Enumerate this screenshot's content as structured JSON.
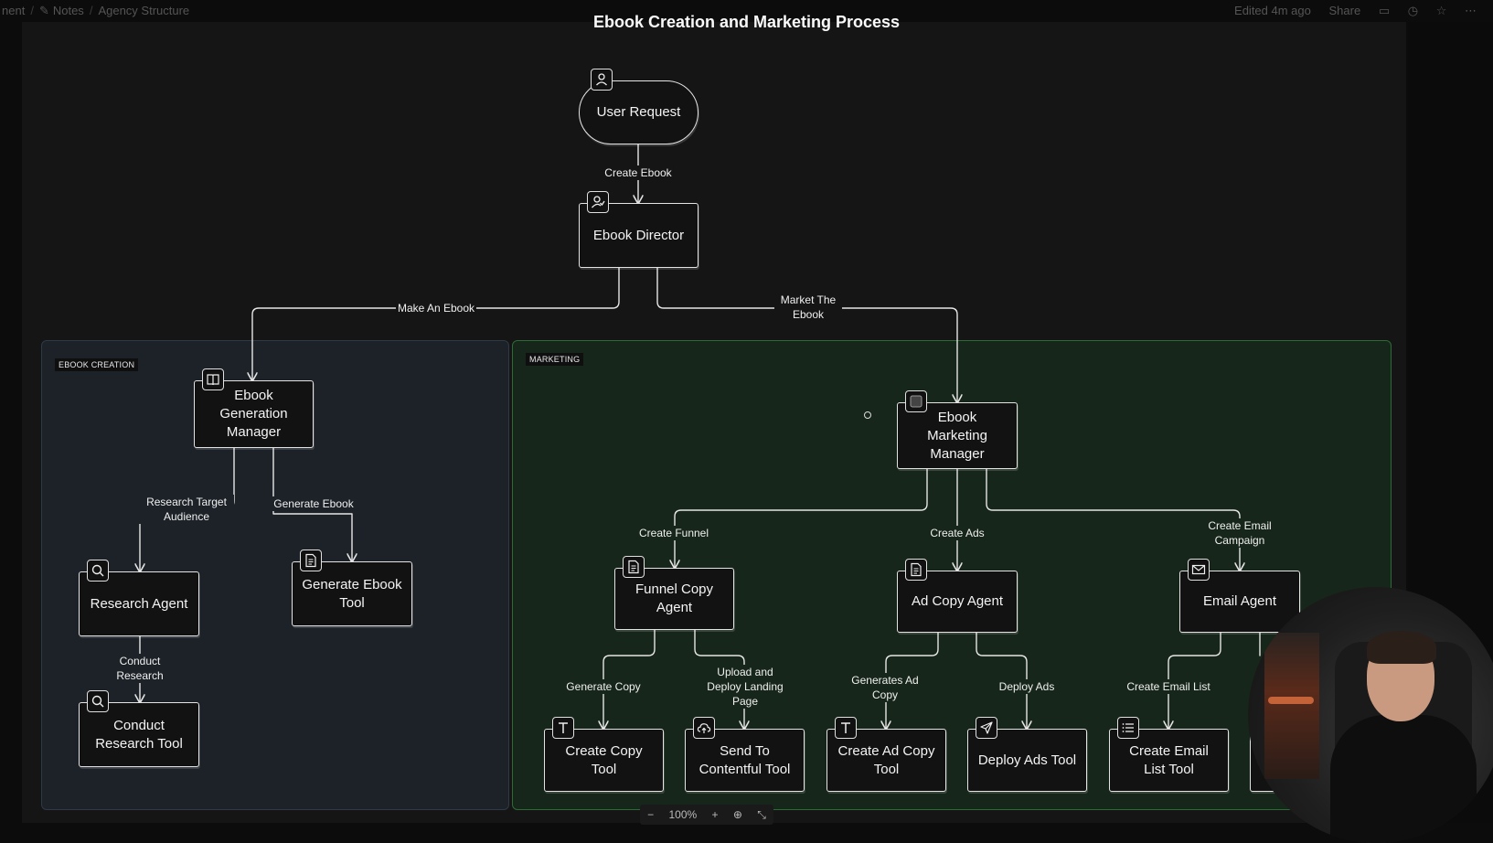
{
  "topbar": {
    "crumbs": [
      "nent",
      "Notes",
      "Agency Structure"
    ],
    "right": [
      "Edited 4m ago",
      "Share"
    ]
  },
  "title": "Ebook Creation and Marketing Process",
  "groups": {
    "ebook": "EBOOK CREATION",
    "marketing": "MARKETING"
  },
  "nodes": {
    "user_request": "User Request",
    "ebook_director": "Ebook Director",
    "ebook_gen_manager": "Ebook Generation Manager",
    "research_agent": "Research Agent",
    "generate_ebook_tool": "Generate Ebook Tool",
    "conduct_research_tool": "Conduct Research Tool",
    "ebook_marketing_manager": "Ebook Marketing Manager",
    "funnel_copy_agent": "Funnel Copy Agent",
    "ad_copy_agent": "Ad Copy Agent",
    "email_agent": "Email Agent",
    "create_copy_tool": "Create Copy Tool",
    "send_to_contentful_tool": "Send To Contentful Tool",
    "create_ad_copy_tool": "Create Ad Copy Tool",
    "deploy_ads_tool": "Deploy Ads Tool",
    "create_email_list_tool": "Create Email List Tool"
  },
  "edges": {
    "create_ebook": "Create Ebook",
    "make_an_ebook": "Make An Ebook",
    "market_the_ebook": "Market The Ebook",
    "research_target_audience": "Research Target Audience",
    "generate_ebook": "Generate Ebook",
    "conduct_research": "Conduct Research",
    "create_funnel": "Create Funnel",
    "create_ads": "Create Ads",
    "create_email_campaign": "Create Email Campaign",
    "generate_copy": "Generate Copy",
    "upload_deploy": "Upload and Deploy Landing Page",
    "generates_ad_copy": "Generates Ad Copy",
    "deploy_ads": "Deploy Ads",
    "create_email_list": "Create Email List"
  },
  "zoom": {
    "minus": "−",
    "level": "100%",
    "plus": "+"
  },
  "icons": {
    "user_request": "user-icon",
    "ebook_director": "user-check-icon",
    "ebook_gen_manager": "book-icon",
    "research_agent": "search-icon",
    "generate_ebook_tool": "document-icon",
    "conduct_research_tool": "search-icon",
    "ebook_marketing_manager": "square-icon",
    "funnel_copy_agent": "document-icon",
    "ad_copy_agent": "document-icon",
    "email_agent": "mail-icon",
    "create_copy_tool": "text-icon",
    "send_to_contentful_tool": "cloud-upload-icon",
    "create_ad_copy_tool": "text-icon",
    "deploy_ads_tool": "send-icon",
    "create_email_list_tool": "list-icon"
  },
  "colors": {
    "ebook_group": "#1c2228",
    "marketing_group": "#17261a",
    "marketing_border": "#2e6a35"
  }
}
